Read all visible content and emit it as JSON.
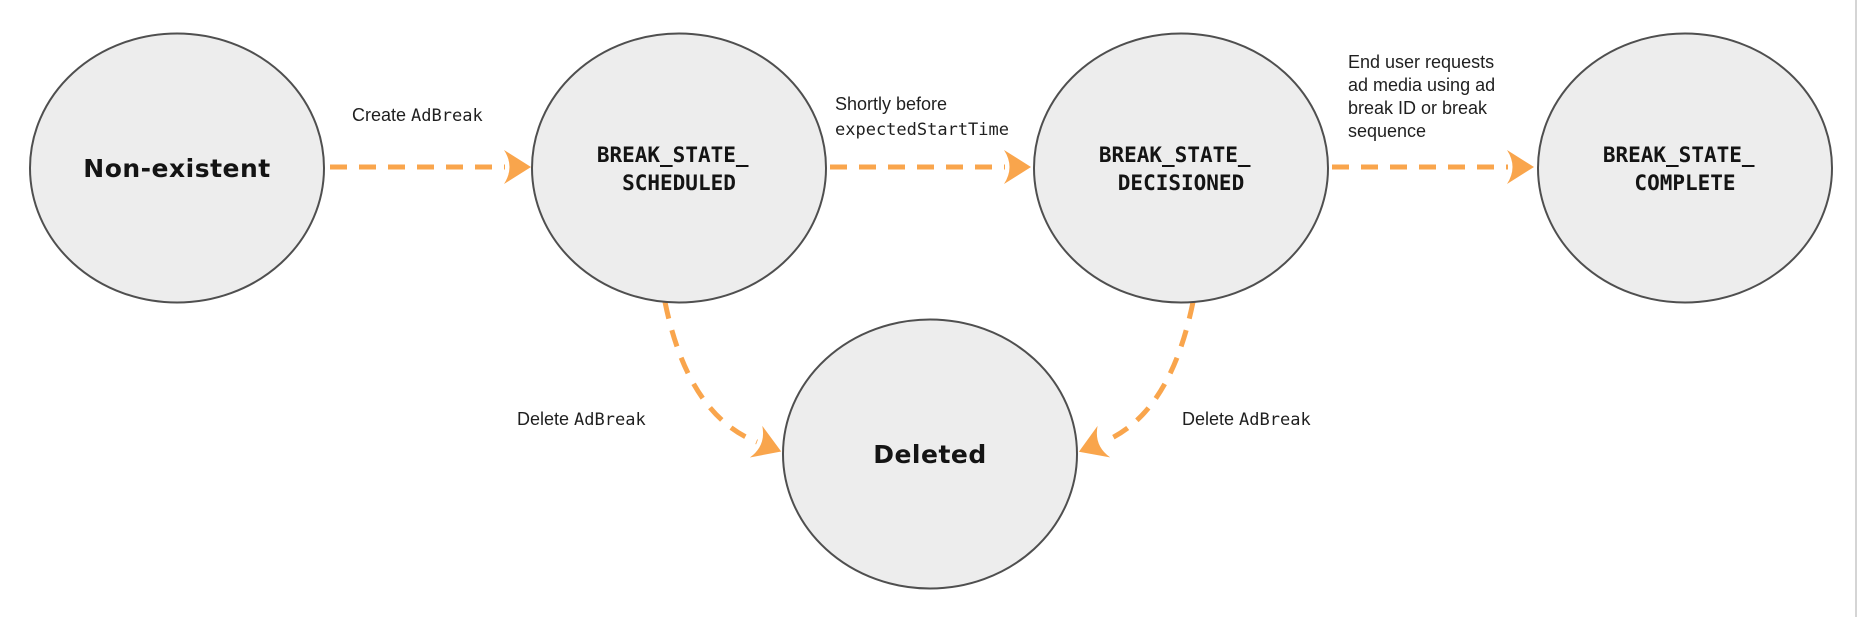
{
  "diagram_type": "state-transition-diagram",
  "colors": {
    "background": "#FFFFFF",
    "node_fill": "#EDEDED",
    "node_stroke": "#4F4F4F",
    "arrow": "#F9A54C",
    "text": "#141414",
    "right_border": "#D5D5D5"
  },
  "nodes": {
    "non_existent": {
      "label": "Non-existent"
    },
    "scheduled": {
      "line1": "BREAK_STATE_",
      "line2": "SCHEDULED"
    },
    "decisioned": {
      "line1": "BREAK_STATE_",
      "line2": "DECISIONED"
    },
    "complete": {
      "line1": "BREAK_STATE_",
      "line2": "COMPLETE"
    },
    "deleted": {
      "label": "Deleted"
    }
  },
  "transitions": {
    "create": {
      "from": "non_existent",
      "to": "scheduled",
      "label_text": "Create ",
      "label_code": "AdBreak"
    },
    "decision": {
      "from": "scheduled",
      "to": "decisioned",
      "label_line1": "Shortly before",
      "label_line2_code": "expectedStartTime"
    },
    "complete": {
      "from": "decisioned",
      "to": "complete",
      "label_lines": [
        "End user requests",
        "ad media using ad",
        "break ID or break",
        "sequence"
      ]
    },
    "delete_from_scheduled": {
      "from": "scheduled",
      "to": "deleted",
      "label_text": "Delete ",
      "label_code": "AdBreak"
    },
    "delete_from_decisioned": {
      "from": "decisioned",
      "to": "deleted",
      "label_text": "Delete ",
      "label_code": "AdBreak"
    }
  }
}
